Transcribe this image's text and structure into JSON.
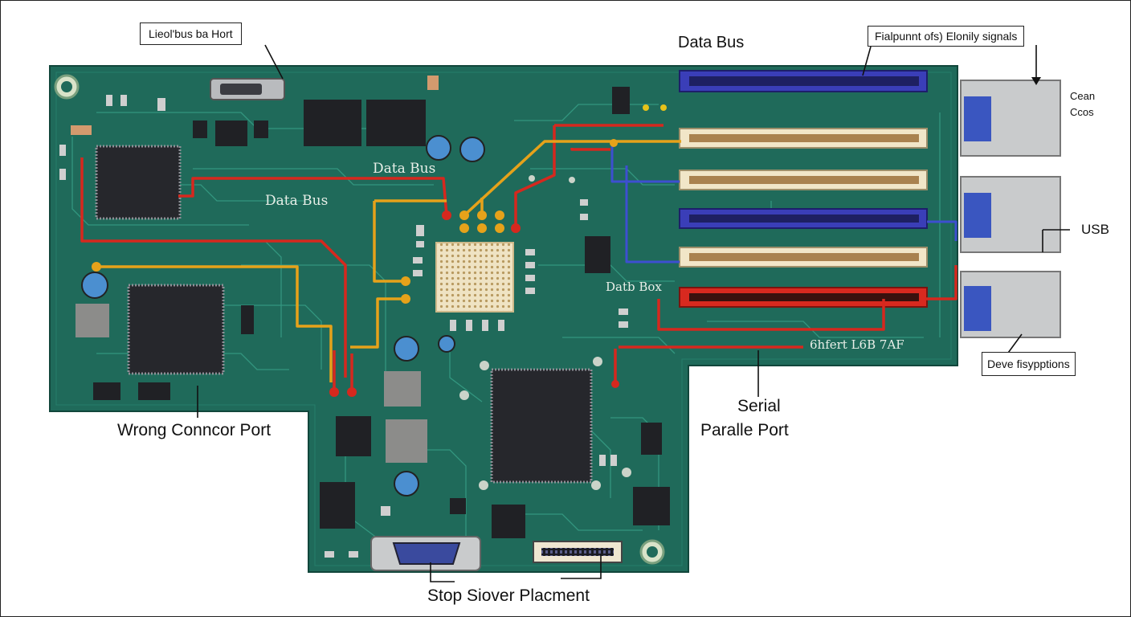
{
  "callouts": {
    "top_left_box": "Lieol'bus ba Hort",
    "data_bus_top": "Data Bus",
    "top_right_box": "Fialpunnt ofs) Elonily signals",
    "right_side_top": "Cean Ccos",
    "usb": "USB",
    "device_box": "Deve fisypptions",
    "serial_parallel": [
      "Serial",
      "Paralle Port"
    ],
    "wrong_connector": "Wrong Conncor Port",
    "stop_slover": "Stop Siover Placment"
  },
  "silkscreen": {
    "data_bus_1": "Data Bus",
    "data_bus_2": "Data Bus",
    "data_box": "Datb Box",
    "bottom_right_marking": "6hfert L6B 7AF"
  },
  "colors": {
    "pcb": "#1f6a5a",
    "trace_red": "#d6281e",
    "trace_orange": "#e6a21a",
    "trace_blue": "#3d4fd0",
    "slot_blue": "#3a3eb8",
    "slot_cream": "#f1e6c8",
    "slot_red": "#d8291f",
    "port_silver": "#c9cbcc"
  }
}
